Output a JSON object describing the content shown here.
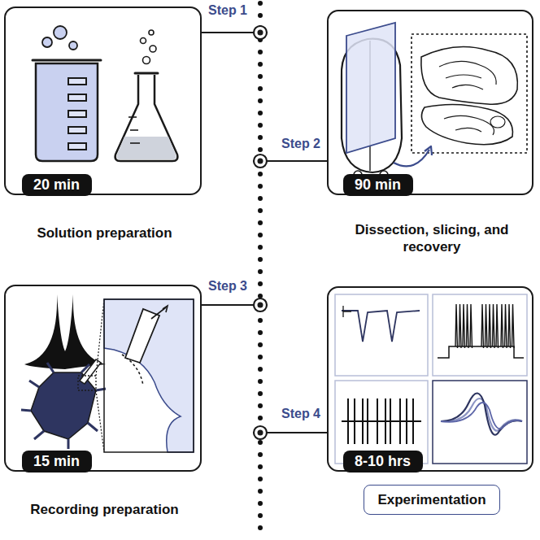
{
  "diagram": {
    "nodes": [
      {
        "text": [
          "Step 1"
        ]
      },
      {
        "text": [
          "Solution preparation"
        ]
      },
      {
        "text": [
          "20 min"
        ],
        "in": 1
      },
      {
        "text": [
          "Step 2"
        ]
      },
      {
        "text": [
          "Dissection, slicing, and recovery"
        ]
      },
      {
        "text": [
          "90 min"
        ],
        "in": 4
      },
      {
        "text": [
          "Step 3"
        ]
      },
      {
        "text": [
          "Recording preparation"
        ]
      },
      {
        "text": [
          "15 min"
        ],
        "in": 7
      },
      {
        "text": [
          "Step 4"
        ]
      },
      {
        "text": [
          "Experimentation"
        ]
      },
      {
        "text": [
          "8-10 hrs"
        ],
        "in": 10
      }
    ],
    "edges": [
      {
        "from": 0,
        "to": 1,
        "arrow": "none"
      },
      {
        "from": 3,
        "to": 4,
        "arrow": "none"
      },
      {
        "from": 6,
        "to": 7,
        "arrow": "none"
      },
      {
        "from": 9,
        "to": 10,
        "arrow": "none"
      }
    ]
  }
}
